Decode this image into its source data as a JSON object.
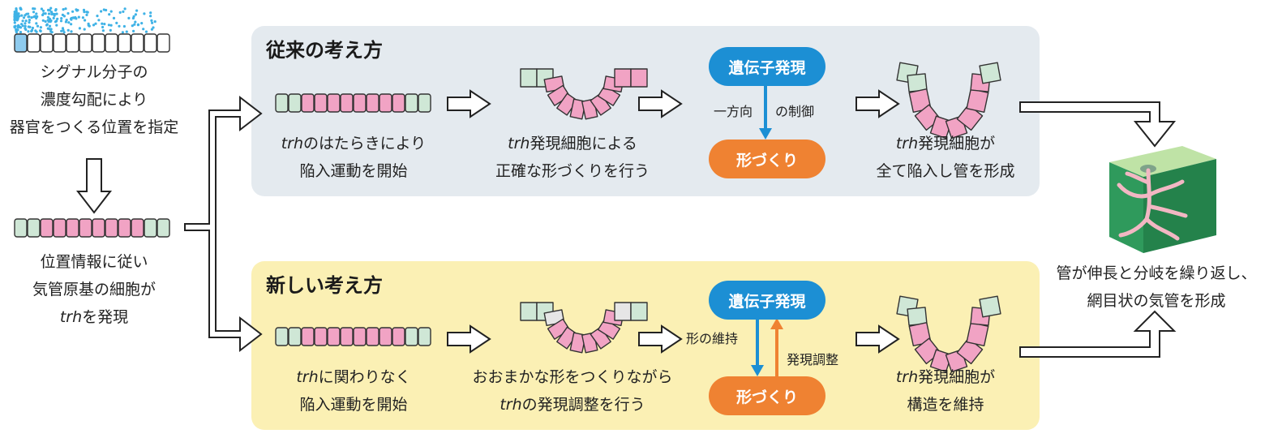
{
  "left": {
    "signal_lines": [
      "シグナル分子の",
      "濃度勾配により",
      "器官をつくる位置を指定"
    ],
    "position_lines": [
      "位置情報に従い",
      "気管原基の細胞が"
    ],
    "position_line3_gene": "trh",
    "position_line3_rest": "を発現"
  },
  "old": {
    "title": "従来の考え方",
    "step1_gene": "trh",
    "step1_line1_rest": "のはたらきにより",
    "step1_line2": "陥入運動を開始",
    "step2_gene": "trh",
    "step2_line1_rest": "発現細胞による",
    "step2_line2": "正確な形づくりを行う",
    "gene_expression": "遺伝子発現",
    "morphogenesis": "形づくり",
    "control_left": "一方向",
    "control_right": "の制御",
    "step4_gene": "trh",
    "step4_line1_rest": "発現細胞が",
    "step4_line2": "全て陥入し管を形成"
  },
  "new": {
    "title": "新しい考え方",
    "step1_gene": "trh",
    "step1_line1_rest": "に関わりなく",
    "step1_line2": "陥入運動を開始",
    "step2_line1": "おおまかな形をつくりながら",
    "step2_gene": "trh",
    "step2_line2_rest": "の発現調整を行う",
    "gene_expression": "遺伝子発現",
    "morphogenesis": "形づくり",
    "maintain_label": "形の維持",
    "regulate_label": "発現調整",
    "step4_gene": "trh",
    "step4_line1_rest": "発現細胞が",
    "step4_line2": "構造を維持"
  },
  "result": {
    "lines": [
      "管が伸長と分岐を繰り返し、",
      "網目状の気管を形成"
    ]
  },
  "colors": {
    "pink": "#f1a3c4",
    "green": "#cfe7d6",
    "gray": "#e6e6e6",
    "blue_cell": "#8ecbee",
    "signal_dots": "#3fb2e6",
    "pill_blue": "#1c8fd4",
    "pill_orange": "#ef8232",
    "tissue_green": "#2e8b57"
  }
}
